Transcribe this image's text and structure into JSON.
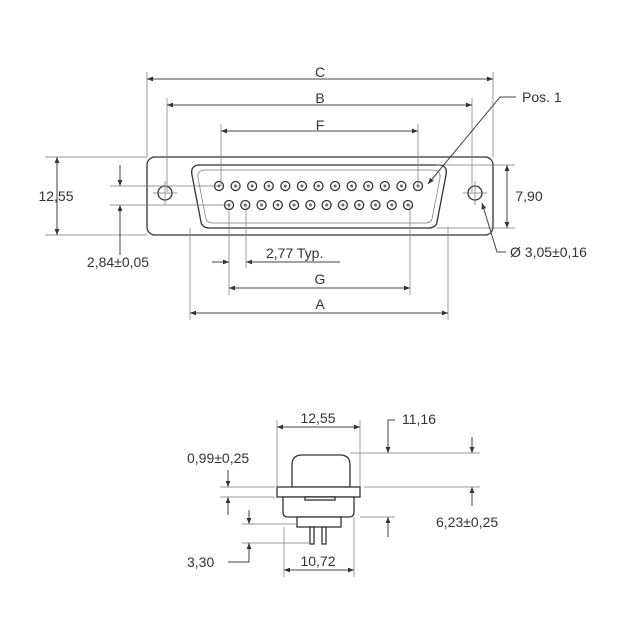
{
  "top_view": {
    "dim_C": "C",
    "dim_B": "B",
    "dim_F": "F",
    "dim_A": "A",
    "dim_G": "G",
    "pitch": "2,77 Typ.",
    "height": "12,55",
    "row_spacing": "2,84±0,05",
    "inner_height": "7,90",
    "pos1": "Pos. 1",
    "hole_diameter": "Ø 3,05±0,16",
    "row1_pins": 13,
    "row2_pins": 12
  },
  "side_view": {
    "width_top": "12,55",
    "height_total": "11,16",
    "flange": "0,99±0,25",
    "body": "6,23±0,25",
    "pin_len": "3,30",
    "width_bottom": "10,72"
  }
}
